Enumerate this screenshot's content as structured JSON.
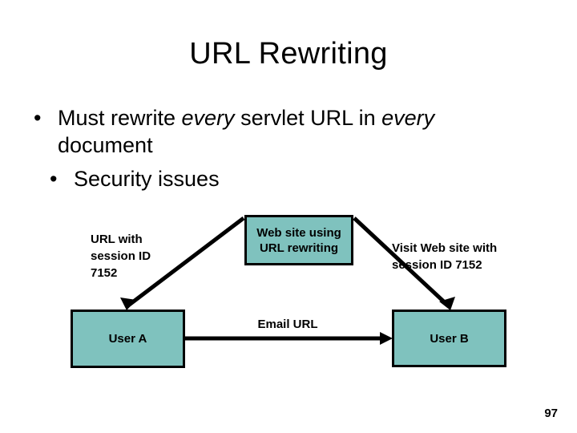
{
  "slide": {
    "title": "URL Rewriting",
    "page_number": "97",
    "bullets": [
      {
        "marker": "•",
        "segments": [
          {
            "text": "Must rewrite ",
            "italic": false
          },
          {
            "text": "every",
            "italic": true
          },
          {
            "text": " servlet URL in ",
            "italic": false
          },
          {
            "text": "every",
            "italic": true
          }
        ],
        "line1": "Must rewrite every servlet URL in every",
        "line2": "document"
      },
      {
        "marker": "•",
        "line1": "Security issues",
        "line2": ""
      }
    ],
    "diagram": {
      "boxes": {
        "website": "Web site using URL rewriting",
        "website_line1": "Web site using",
        "website_line2": "URL rewriting",
        "user_a": "User A",
        "user_b": "User B"
      },
      "labels": {
        "url_with_session": "URL with session ID 7152",
        "url_with_session_line1": "URL with",
        "url_with_session_line2": "session ID",
        "url_with_session_line3": "7152",
        "visit_site": "Visit Web site with session ID 7152",
        "visit_site_line1": "Visit Web site with",
        "visit_site_line2": "session ID 7152",
        "email_url": "Email URL"
      },
      "colors": {
        "box_fill": "#7FC2BE",
        "box_border": "#000000",
        "connector": "#000000",
        "text": "#000000",
        "background": "#FFFFFF"
      }
    }
  }
}
